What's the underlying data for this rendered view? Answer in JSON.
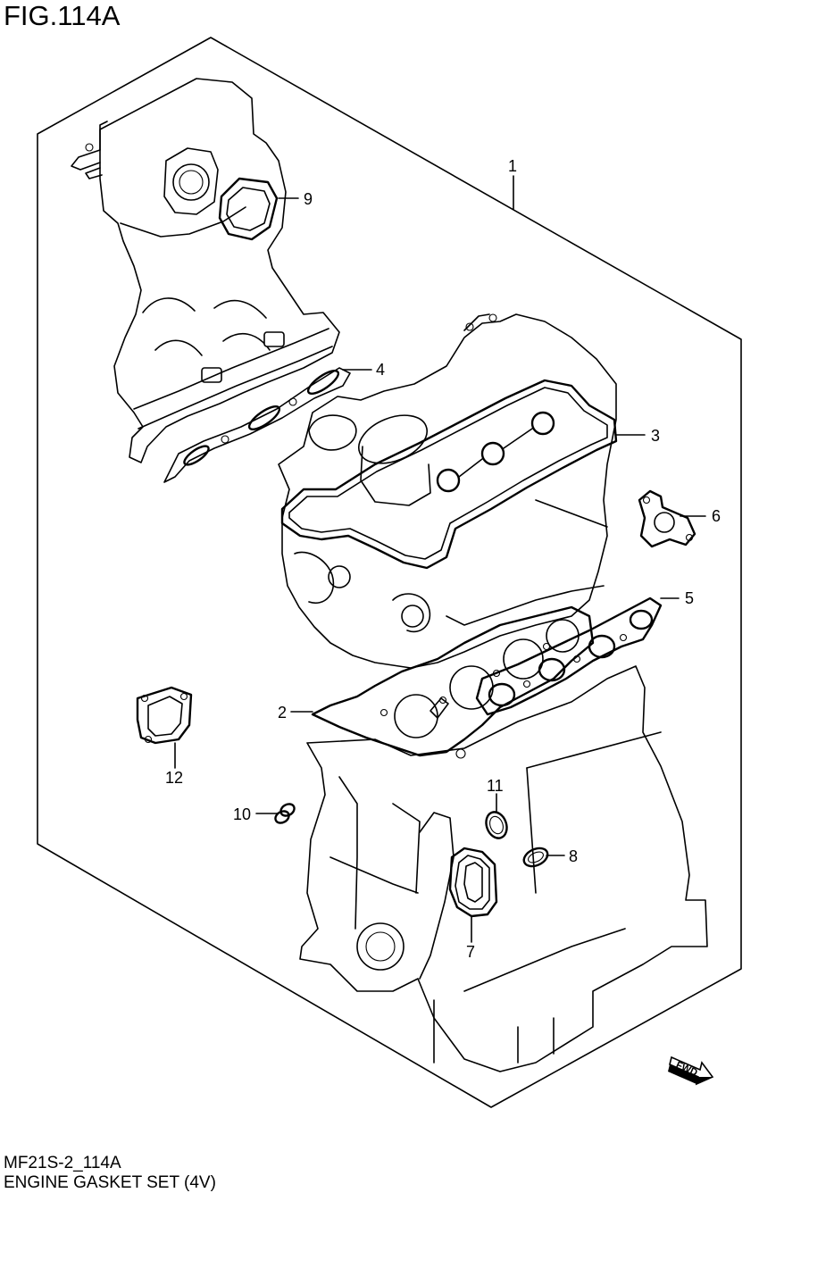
{
  "figure": {
    "title": "FIG.114A"
  },
  "footer": {
    "code": "MF21S-2_114A",
    "description": "ENGINE GASKET SET (4V)"
  },
  "callouts": [
    {
      "id": "c1",
      "label": "1"
    },
    {
      "id": "c2",
      "label": "2"
    },
    {
      "id": "c3",
      "label": "3"
    },
    {
      "id": "c4",
      "label": "4"
    },
    {
      "id": "c5",
      "label": "5"
    },
    {
      "id": "c6",
      "label": "6"
    },
    {
      "id": "c7",
      "label": "7"
    },
    {
      "id": "c8",
      "label": "8"
    },
    {
      "id": "c9",
      "label": "9"
    },
    {
      "id": "c10",
      "label": "10"
    },
    {
      "id": "c11",
      "label": "11"
    },
    {
      "id": "c12",
      "label": "12"
    }
  ],
  "direction_marker": {
    "text": "FWD",
    "icon": "forward-arrow-icon"
  }
}
